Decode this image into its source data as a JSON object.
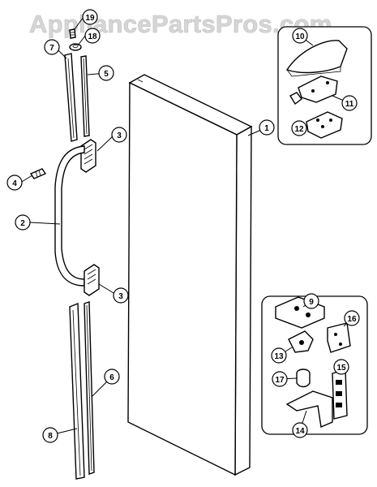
{
  "watermark": "AppliancePartsPros.com",
  "callouts": [
    {
      "id": "c1",
      "label": "1"
    },
    {
      "id": "c2",
      "label": "2"
    },
    {
      "id": "c3a",
      "label": "3"
    },
    {
      "id": "c3b",
      "label": "3"
    },
    {
      "id": "c4",
      "label": "4"
    },
    {
      "id": "c5",
      "label": "5"
    },
    {
      "id": "c6",
      "label": "6"
    },
    {
      "id": "c7",
      "label": "7"
    },
    {
      "id": "c8",
      "label": "8"
    },
    {
      "id": "c9",
      "label": "9"
    },
    {
      "id": "c10",
      "label": "10"
    },
    {
      "id": "c11",
      "label": "11"
    },
    {
      "id": "c12",
      "label": "12"
    },
    {
      "id": "c13",
      "label": "13"
    },
    {
      "id": "c14",
      "label": "14"
    },
    {
      "id": "c15",
      "label": "15"
    },
    {
      "id": "c16",
      "label": "16"
    },
    {
      "id": "c17",
      "label": "17"
    },
    {
      "id": "c18",
      "label": "18"
    },
    {
      "id": "c19",
      "label": "19"
    }
  ]
}
